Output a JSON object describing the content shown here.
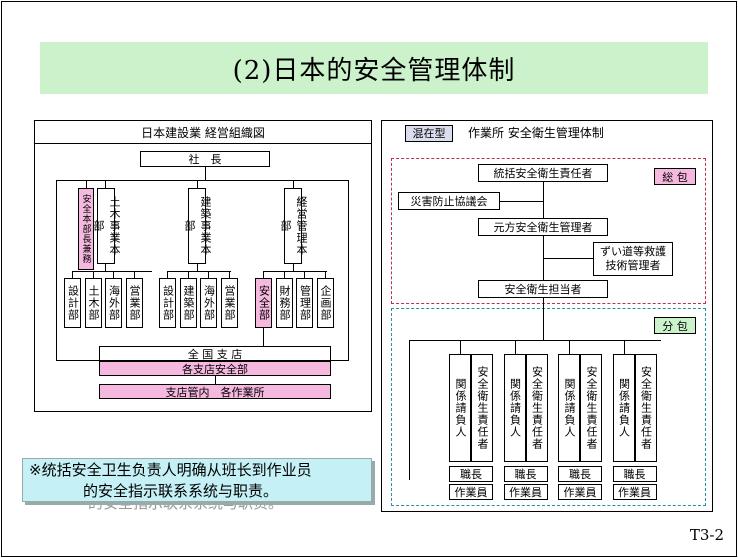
{
  "title": "(2)日本的安全管理体制",
  "left": {
    "header": "日本建設業  経営組織図",
    "president": "社　長",
    "dept_safety_hq": "安全本部長兼務",
    "dept_civil": "土木事業本部",
    "dept_building": "建築事業本部",
    "dept_mgmt": "経営管理本部",
    "civil_subs": [
      "設計部",
      "土木部",
      "海外部",
      "営業部"
    ],
    "building_subs": [
      "設計部",
      "建築部",
      "海外部",
      "営業部"
    ],
    "mgmt_subs": [
      "安全部",
      "財務部",
      "管理部",
      "企画部"
    ],
    "branches": "全 国 支 店",
    "branch_safety": "各支店安全部",
    "branch_sites": "支店管内　各作業所"
  },
  "right": {
    "type_tag": "混在型",
    "header": "作業所  安全衛生管理体制",
    "general": "総 包",
    "sub": "分 包",
    "chief": "統括安全衛生責任者",
    "council": "災害防止協議会",
    "manager": "元方安全衛生管理者",
    "tech": [
      "ずい道等救護",
      "技術管理者"
    ],
    "officer": "安全衛生担当者",
    "contractor": "関係請負人",
    "responsible": "安全衛生責任者",
    "foreman": "職長",
    "worker": "作業員"
  },
  "note": [
    "※统括安全卫生负责人明确从班长到作业员",
    "的安全指示联系系统与职责。"
  ],
  "page_no": "T3-2",
  "colors": {
    "title_bg": "#ccf2cc",
    "pink": "#f5b8df",
    "note_bg": "#c5f0f6",
    "red_dash": "#c0304a",
    "teal_dash": "#2c8fa0"
  }
}
